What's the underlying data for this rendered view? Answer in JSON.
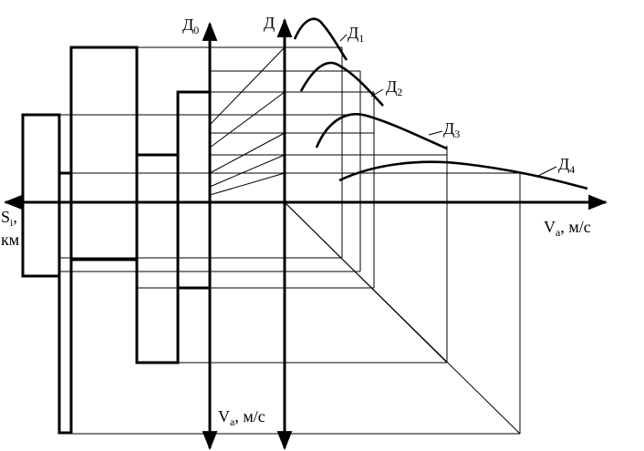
{
  "labels": {
    "d0": {
      "main": "Д",
      "sub": "0"
    },
    "d": {
      "main": "Д"
    },
    "d1": {
      "main": "Д",
      "sub": "1"
    },
    "d2": {
      "main": "Д",
      "sub": "2"
    },
    "d3": {
      "main": "Д",
      "sub": "3"
    },
    "d4": {
      "main": "Д",
      "sub": "4"
    },
    "s_axis": {
      "main": "S",
      "sub": "i",
      "suffix": ",",
      "line2": "км"
    },
    "va_right": {
      "main": "V",
      "sub": "a",
      "suffix": ", м/с"
    },
    "va_bottom": {
      "main": "V",
      "sub": "a",
      "suffix": ", м/с"
    }
  }
}
